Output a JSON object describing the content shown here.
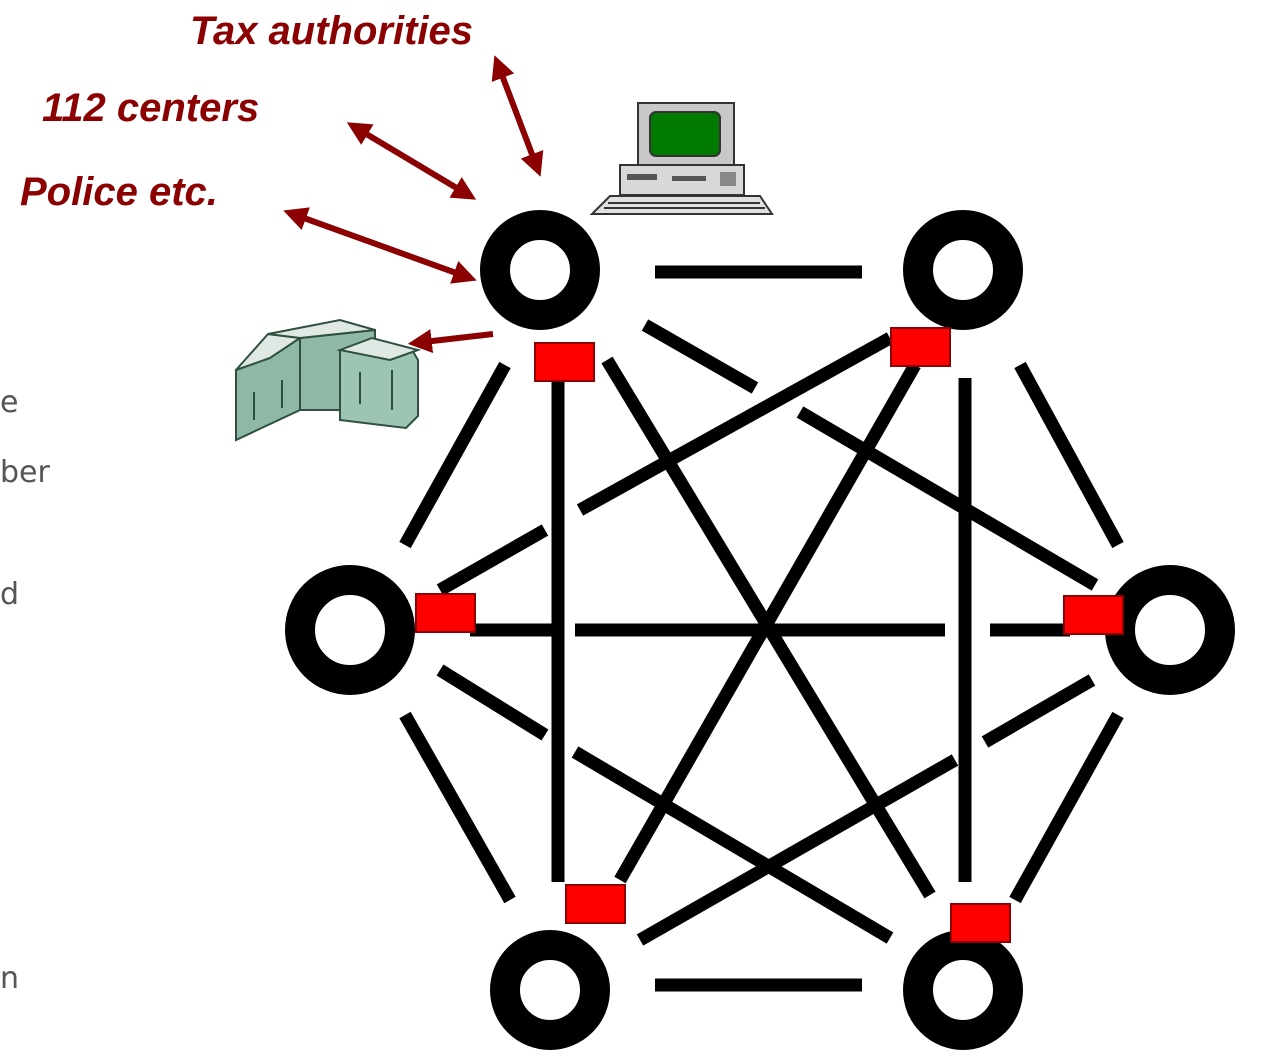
{
  "labels": {
    "tax": "Tax authorities",
    "centers": "112 centers",
    "police": "Police etc."
  },
  "cropped_text": [
    "e",
    "ber",
    "d",
    "n"
  ],
  "colors": {
    "label": "#8b0000",
    "arrow": "#8b0000",
    "node": "#000000",
    "link": "#000000",
    "marker": "#ff0000",
    "monitor_screen": "#007a00",
    "building": "#8fb8a6",
    "fragment_text": "#555555"
  },
  "icons": {
    "computer": "desktop-computer-icon",
    "building": "building-complex-icon"
  },
  "network": {
    "nodes": [
      "node-top-left",
      "node-top-right",
      "node-mid-left",
      "node-mid-right",
      "node-bottom-left",
      "node-bottom-right"
    ],
    "links": "full-mesh",
    "markers_count": 6
  }
}
